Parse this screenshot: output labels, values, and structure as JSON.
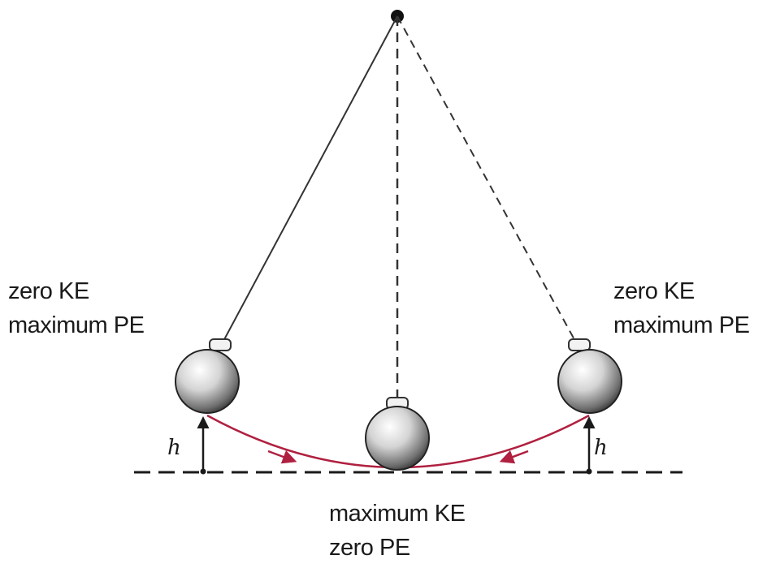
{
  "labels": {
    "left": {
      "line1": "zero KE",
      "line2": "maximum PE"
    },
    "right": {
      "line1": "zero KE",
      "line2": "maximum PE"
    },
    "bottom": {
      "line1": "maximum KE",
      "line2": "zero PE"
    },
    "height_symbol": "h"
  },
  "colors": {
    "arc": "#b02040",
    "lines": "#1a1a1a"
  }
}
